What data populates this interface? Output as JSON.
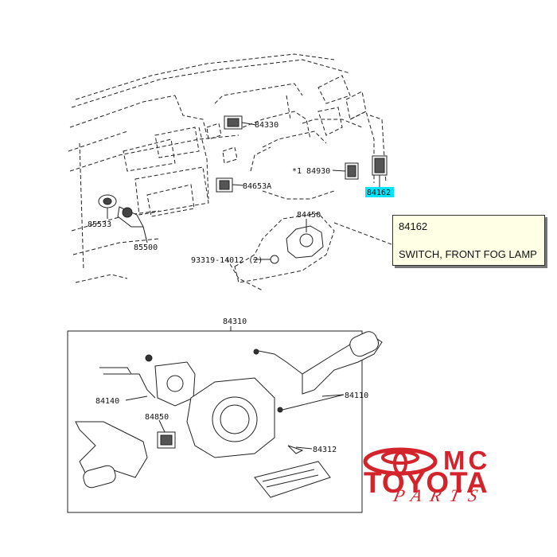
{
  "diagram": {
    "labels": {
      "p84330": "84330",
      "p84653A": "84653A",
      "p84930": "*1 84930",
      "p84162": "84162",
      "p85533": "85533",
      "p85500": "85500",
      "p84450": "84450",
      "p93319": "93319-14012 (2)",
      "p84310": "84310",
      "p84140": "84140",
      "p84850": "84850",
      "p84110": "84110",
      "p84312": "84312"
    },
    "highlight_color": "#00e5ff"
  },
  "tooltip": {
    "part_number": "84162",
    "description": "SWITCH, FRONT FOG LAMP"
  },
  "logo": {
    "line1": "MC",
    "line2": "TOYOTA",
    "line3": "PARTS",
    "color": "#d3242b"
  }
}
